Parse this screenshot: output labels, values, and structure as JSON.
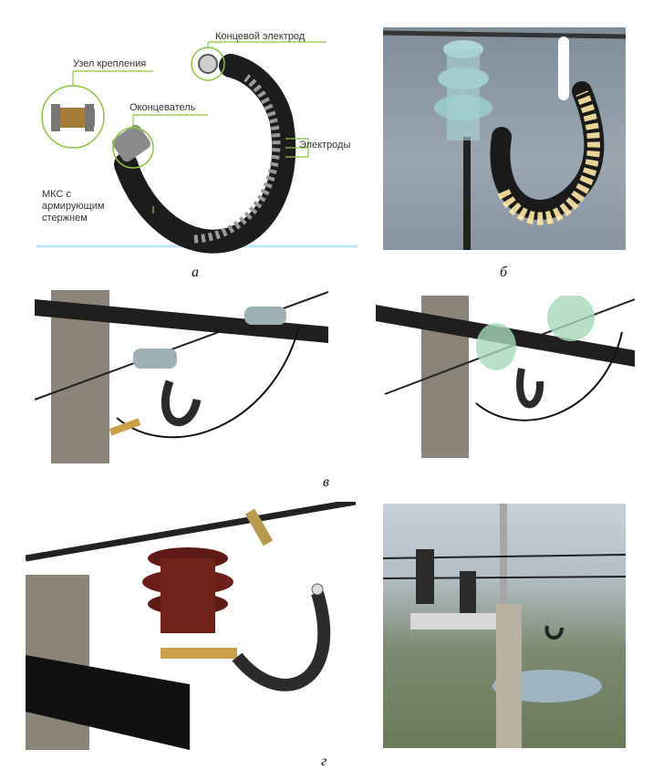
{
  "figure": {
    "panel_a": {
      "labels": {
        "mount": "Узел крепления",
        "terminator": "Оконцеватель",
        "end_electrode": "Концевой электрод",
        "electrodes": "Электроды",
        "mks_line1": "МКС с",
        "mks_line2": "армирующим",
        "mks_line3": "стержнем"
      }
    },
    "captions": {
      "a": "а",
      "b": "б",
      "v": "в",
      "g": "г"
    }
  }
}
